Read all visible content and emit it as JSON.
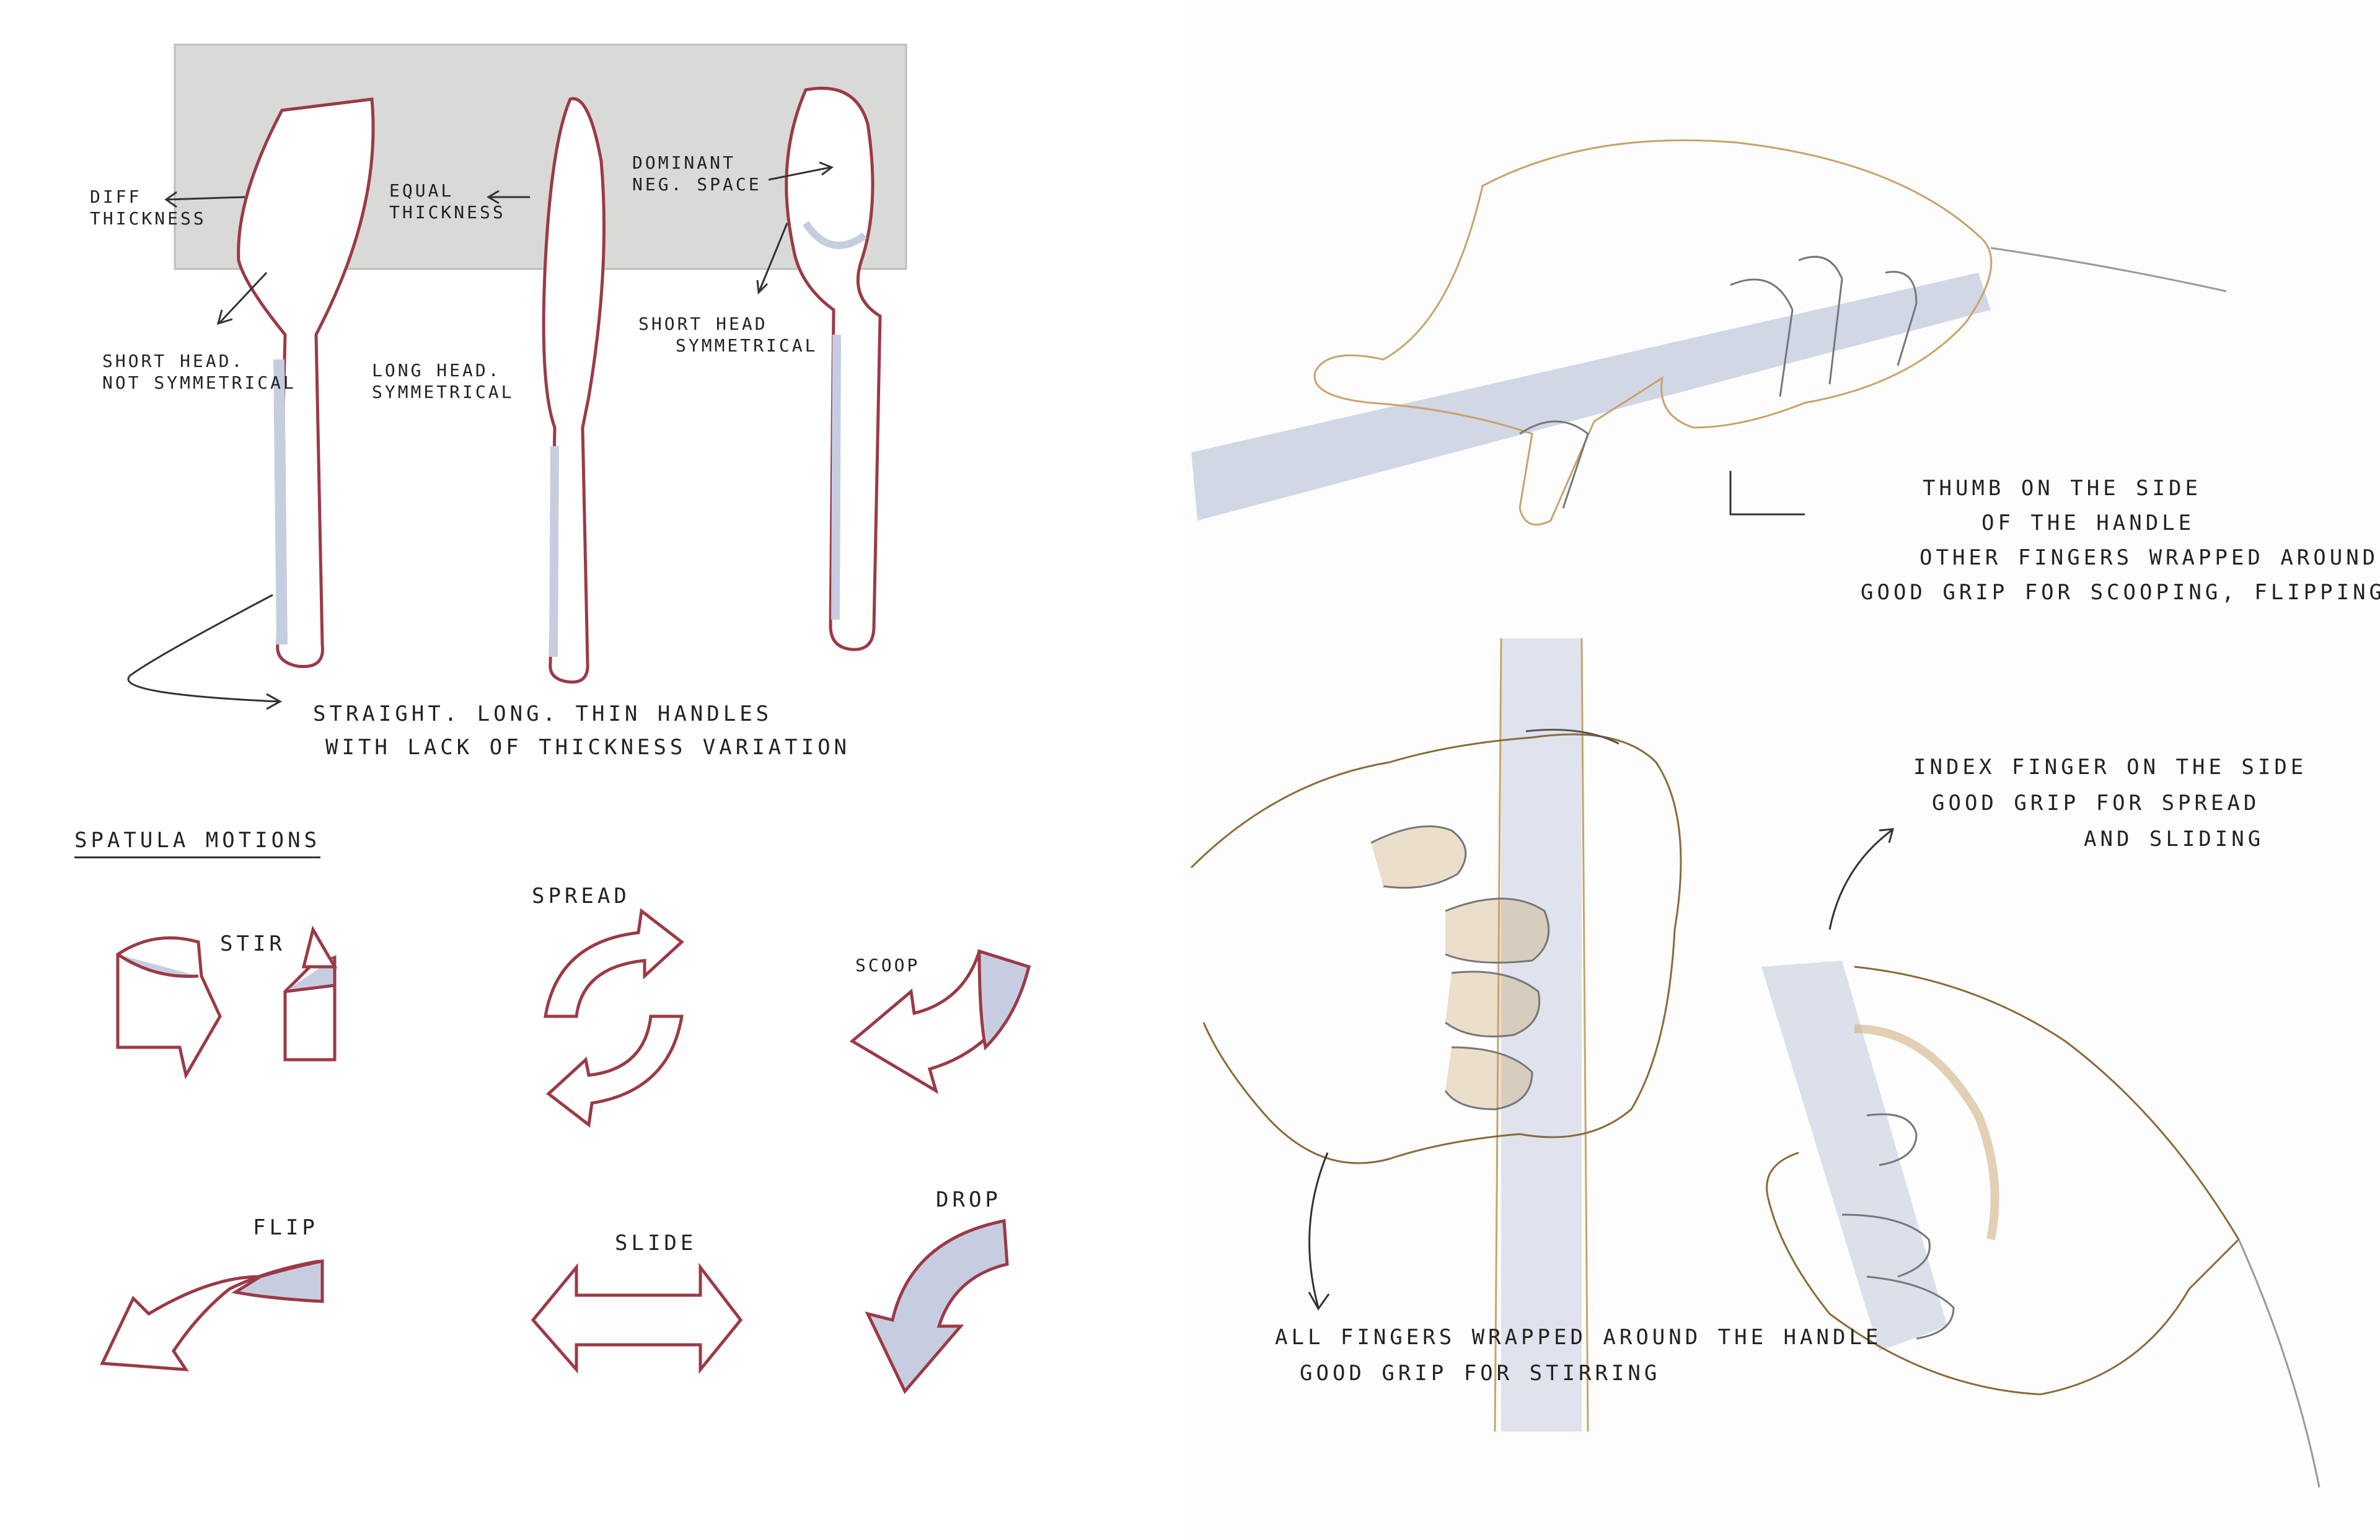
{
  "colors": {
    "outline_red": "#9b3a46",
    "marker_blue": "#c7cde0",
    "marker_tan": "#c9a36b",
    "pencil": "#555555",
    "backdrop_gray": "#d9d9d7"
  },
  "left_page": {
    "spatulas": {
      "label_diff_thickness": [
        "DIFF",
        "THICKNESS"
      ],
      "label_equal_thickness": [
        "EQUAL",
        "THICKNESS"
      ],
      "label_dominant_space": [
        "DOMINANT",
        "NEG. SPACE"
      ],
      "label_short_head_not_sym": [
        "SHORT HEAD.",
        "NOT SYMMETRICAL"
      ],
      "label_long_head_sym": [
        "LONG HEAD.",
        "SYMMETRICAL"
      ],
      "label_short_head_sym": [
        "SHORT HEAD",
        "SYMMETRICAL"
      ],
      "handle_note": [
        "STRAIGHT. LONG. THIN HANDLES",
        "WITH LACK OF THICKNESS VARIATION"
      ]
    },
    "motions": {
      "heading": "SPATULA MOTIONS",
      "stir": "STIR",
      "spread": "SPREAD",
      "scoop": "SCOOP",
      "flip": "FLIP",
      "slide": "SLIDE",
      "drop": "DROP"
    }
  },
  "right_page": {
    "grip_top": [
      "THUMB ON THE SIDE",
      "OF THE HANDLE",
      "OTHER FINGERS WRAPPED AROUND",
      "GOOD GRIP FOR SCOOPING, FLIPPING"
    ],
    "grip_index": [
      "INDEX FINGER ON THE SIDE",
      "GOOD GRIP FOR SPREAD",
      "AND SLIDING"
    ],
    "grip_all": [
      "ALL FINGERS WRAPPED AROUND THE HANDLE",
      "GOOD GRIP FOR STIRRING"
    ]
  }
}
